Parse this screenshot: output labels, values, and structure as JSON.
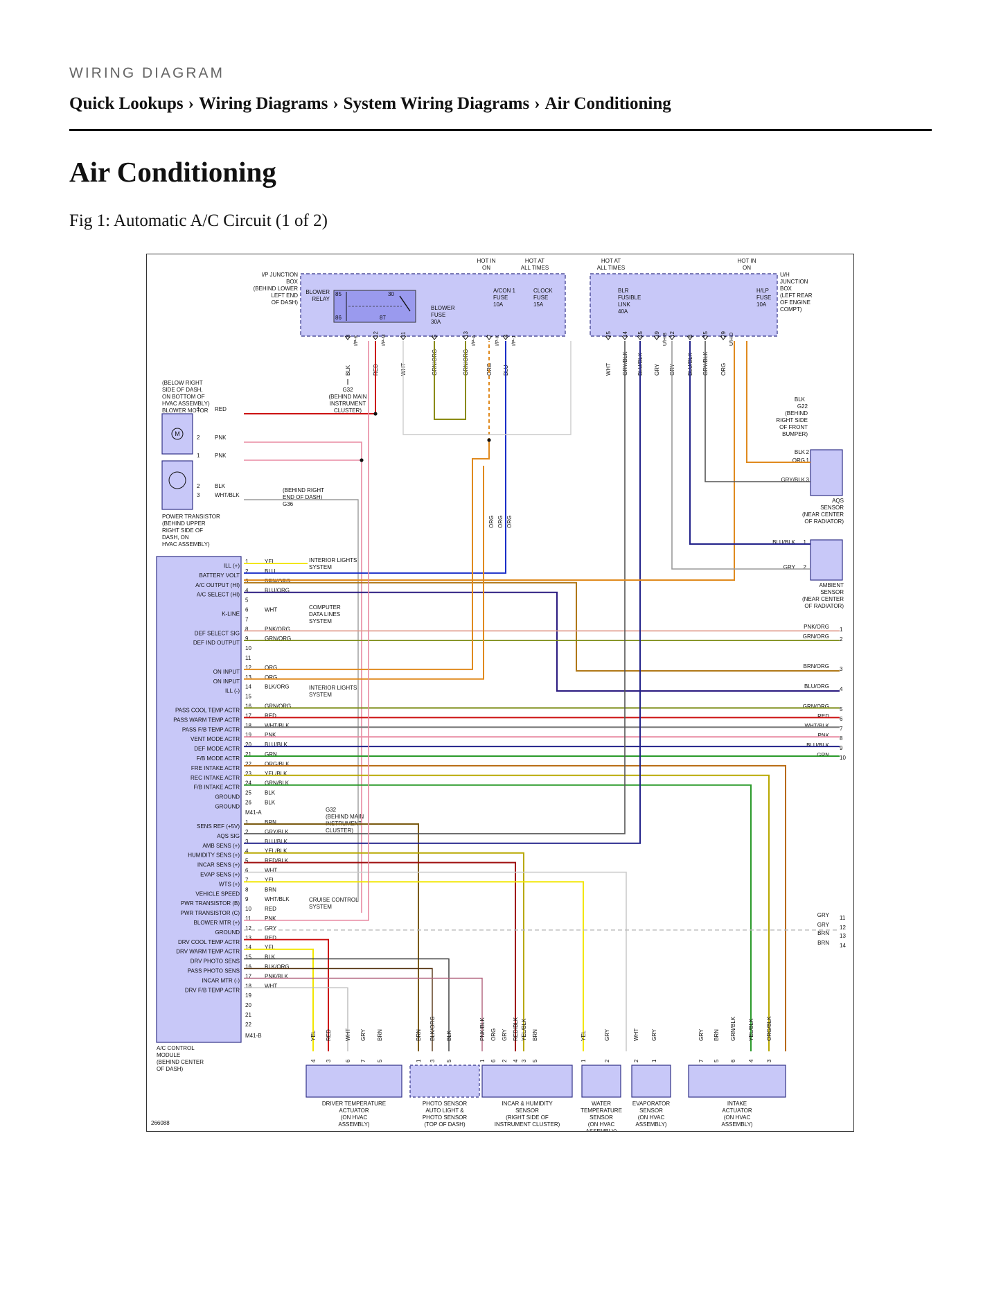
{
  "header": {
    "kicker": "WIRING DIAGRAM",
    "breadcrumb": [
      "Quick Lookups",
      "Wiring Diagrams",
      "System Wiring Diagrams",
      "Air Conditioning"
    ],
    "separator": "›"
  },
  "page_title": "Air Conditioning",
  "figure_caption": "Fig 1: Automatic A/C Circuit (1 of 2)",
  "diagram": {
    "figure_number": "266088",
    "top_labels": {
      "hot_in_on_left": [
        "HOT IN",
        "ON"
      ],
      "hot_at_all_times_1": [
        "HOT AT",
        "ALL TIMES"
      ],
      "hot_at_all_times_2": [
        "HOT AT",
        "ALL TIMES"
      ],
      "hot_in_on_right": [
        "HOT IN",
        "ON"
      ]
    },
    "ip_box_label": [
      "I/P JUNCTION",
      "BOX",
      "(BEHIND LOWER",
      "LEFT END",
      "OF DASH)"
    ],
    "uh_box_label": [
      "U/H",
      "JUNCTION",
      "BOX",
      "(LEFT REAR",
      "OF ENGINE",
      "COMPT)"
    ],
    "blower_relay": [
      "BLOWER",
      "RELAY"
    ],
    "relay_pins": [
      "85",
      "30",
      "86",
      "87"
    ],
    "fuses": {
      "blower": [
        "BLOWER",
        "FUSE",
        "30A"
      ],
      "acon": [
        "A/CON 1",
        "FUSE",
        "10A"
      ],
      "clock": [
        "CLOCK",
        "FUSE",
        "15A"
      ],
      "blr": [
        "BLR",
        "FUSIBLE",
        "LINK",
        "40A"
      ],
      "hlp": [
        "H/LP",
        "FUSE",
        "10A"
      ]
    },
    "ip_terminals": [
      {
        "color": "BLK",
        "pin": "8",
        "conn": "I/P-K"
      },
      {
        "color": "RED",
        "pin": "12",
        "conn": "I/P-M"
      },
      {
        "color": "WHT",
        "pin": "11",
        "conn": ""
      },
      {
        "color": "GRN/ORG",
        "pin": "5",
        "conn": ""
      },
      {
        "color": "GRN/ORG",
        "pin": "13",
        "conn": "I/P-A"
      },
      {
        "color": "ORG",
        "pin": "7",
        "conn": "I/P-K"
      },
      {
        "color": "BLU",
        "pin": "4",
        "conn": "I/P-J"
      }
    ],
    "uh_terminals": [
      {
        "color": "WHT",
        "pin": "25",
        "conn": ""
      },
      {
        "color": "GRY/BLK",
        "pin": "14",
        "conn": ""
      },
      {
        "color": "BLU/BLK",
        "pin": "45",
        "conn": ""
      },
      {
        "color": "GRY",
        "pin": "39",
        "conn": "U/H-B"
      },
      {
        "color": "GRY",
        "pin": "12",
        "conn": ""
      },
      {
        "color": "BLU/BLK",
        "pin": "6",
        "conn": ""
      },
      {
        "color": "GRY/BLK",
        "pin": "35",
        "conn": ""
      },
      {
        "color": "ORG",
        "pin": "29",
        "conn": "U/H-D"
      }
    ],
    "grounds": {
      "g32_top": [
        "G32",
        "(BEHIND MAIN",
        "INSTRUMENT",
        "CLUSTER)"
      ],
      "g22": [
        "G22",
        "(BEHIND",
        "RIGHT SIDE",
        "OF FRONT",
        "BUMPER)"
      ],
      "g36": [
        "(BEHIND RIGHT",
        "END OF DASH)",
        "G36"
      ],
      "g32_mid": [
        "G32",
        "(BEHIND MAIN",
        "INSTRUMENT",
        "CLUSTER)"
      ]
    },
    "blower_motor": {
      "label": [
        "(BELOW RIGHT",
        "SIDE OF DASH,",
        "ON BOTTOM OF",
        "HVAC ASSEMBLY)",
        "BLOWER MOTOR"
      ],
      "pins": [
        {
          "pin": "1",
          "color": "RED"
        },
        {
          "pin": "2",
          "color": "PNK"
        }
      ]
    },
    "power_transistor": {
      "label": [
        "POWER TRANSISTOR",
        "(BEHIND UPPER",
        "RIGHT SIDE OF",
        "DASH, ON",
        "HVAC ASSEMBLY)"
      ],
      "pins": [
        {
          "pin": "1",
          "color": "PNK"
        },
        {
          "pin": "2",
          "color": "BLK"
        },
        {
          "pin": "3",
          "color": "WHT/BLK"
        }
      ]
    },
    "aqs_sensor": {
      "label": [
        "AQS",
        "SENSOR",
        "(NEAR CENTER",
        "OF RADIATOR)"
      ],
      "pins": [
        {
          "pin": "2",
          "color": "BLK"
        },
        {
          "pin": "1",
          "color": "ORG"
        },
        {
          "pin": "3",
          "color": "GRY/BLK"
        }
      ],
      "ground_wire": "BLK"
    },
    "ambient_sensor": {
      "label": [
        "AMBIENT",
        "SENSOR",
        "(NEAR CENTER",
        "OF RADIATOR)"
      ],
      "pins": [
        {
          "pin": "1",
          "color": "BLU/BLK"
        },
        {
          "pin": "2",
          "color": "GRY"
        }
      ]
    },
    "module": {
      "label": [
        "A/C CONTROL",
        "MODULE",
        "(BEHIND CENTER",
        "OF DASH)"
      ],
      "connector_a": "M41-A",
      "connector_b": "M41-B",
      "pins_a": [
        {
          "pin": "1",
          "func": "ILL (+)",
          "color": "YEL"
        },
        {
          "pin": "2",
          "func": "BATTERY VOLT",
          "color": "BLU"
        },
        {
          "pin": "3",
          "func": "A/C OUTPUT (HI)",
          "color": "BRN/ORG"
        },
        {
          "pin": "4",
          "func": "A/C SELECT (HI)",
          "color": "BLU/ORG"
        },
        {
          "pin": "5",
          "func": "",
          "color": ""
        },
        {
          "pin": "6",
          "func": "K-LINE",
          "color": "WHT"
        },
        {
          "pin": "7",
          "func": "",
          "color": ""
        },
        {
          "pin": "8",
          "func": "DEF SELECT SIG",
          "color": "PNK/ORG"
        },
        {
          "pin": "9",
          "func": "DEF IND OUTPUT",
          "color": "GRN/ORG"
        },
        {
          "pin": "10",
          "func": "",
          "color": ""
        },
        {
          "pin": "11",
          "func": "",
          "color": ""
        },
        {
          "pin": "12",
          "func": "ON INPUT",
          "color": "ORG"
        },
        {
          "pin": "13",
          "func": "ON INPUT",
          "color": "ORG"
        },
        {
          "pin": "14",
          "func": "ILL (-)",
          "color": "BLK/ORG"
        },
        {
          "pin": "15",
          "func": "",
          "color": ""
        },
        {
          "pin": "16",
          "func": "PASS COOL TEMP ACTR",
          "color": "GRN/ORG"
        },
        {
          "pin": "17",
          "func": "PASS WARM TEMP ACTR",
          "color": "RED"
        },
        {
          "pin": "18",
          "func": "PASS F/B TEMP ACTR",
          "color": "WHT/BLK"
        },
        {
          "pin": "19",
          "func": "VENT MODE ACTR",
          "color": "PNK"
        },
        {
          "pin": "20",
          "func": "DEF MODE ACTR",
          "color": "BLU/BLK"
        },
        {
          "pin": "21",
          "func": "F/B MODE ACTR",
          "color": "GRN"
        },
        {
          "pin": "22",
          "func": "FRE INTAKE ACTR",
          "color": "ORG/BLK"
        },
        {
          "pin": "23",
          "func": "REC INTAKE ACTR",
          "color": "YEL/BLK"
        },
        {
          "pin": "24",
          "func": "F/B INTAKE ACTR",
          "color": "GRN/BLK"
        },
        {
          "pin": "25",
          "func": "GROUND",
          "color": "BLK"
        },
        {
          "pin": "26",
          "func": "GROUND",
          "color": "BLK"
        }
      ],
      "pins_b": [
        {
          "pin": "1",
          "func": "SENS REF (+5V)",
          "color": "BRN"
        },
        {
          "pin": "2",
          "func": "AQS SIG",
          "color": "GRY/BLK"
        },
        {
          "pin": "3",
          "func": "AMB SENS (+)",
          "color": "BLU/BLK"
        },
        {
          "pin": "4",
          "func": "HUMIDITY SENS (+)",
          "color": "YEL/BLK"
        },
        {
          "pin": "5",
          "func": "INCAR SENS (+)",
          "color": "RED/BLK"
        },
        {
          "pin": "6",
          "func": "EVAP SENS (+)",
          "color": "WHT"
        },
        {
          "pin": "7",
          "func": "WTS (+)",
          "color": "YEL"
        },
        {
          "pin": "8",
          "func": "VEHICLE SPEED",
          "color": "BRN"
        },
        {
          "pin": "9",
          "func": "PWR TRANSISTOR (B)",
          "color": "WHT/BLK"
        },
        {
          "pin": "10",
          "func": "PWR TRANSISTOR (C)",
          "color": "RED"
        },
        {
          "pin": "11",
          "func": "BLOWER MTR (+)",
          "color": "PNK"
        },
        {
          "pin": "12",
          "func": "GROUND",
          "color": "GRY"
        },
        {
          "pin": "13",
          "func": "DRV COOL TEMP ACTR",
          "color": "RED"
        },
        {
          "pin": "14",
          "func": "DRV WARM TEMP ACTR",
          "color": "YEL"
        },
        {
          "pin": "15",
          "func": "DRV PHOTO SENS",
          "color": "BLK"
        },
        {
          "pin": "16",
          "func": "PASS PHOTO SENS",
          "color": "BLK/ORG"
        },
        {
          "pin": "17",
          "func": "INCAR MTR (-)",
          "color": "PNK/BLK"
        },
        {
          "pin": "18",
          "func": "DRV F/B TEMP ACTR",
          "color": "WHT"
        },
        {
          "pin": "19",
          "func": "",
          "color": ""
        },
        {
          "pin": "20",
          "func": "",
          "color": ""
        },
        {
          "pin": "21",
          "func": "",
          "color": ""
        },
        {
          "pin": "22",
          "func": "",
          "color": ""
        }
      ]
    },
    "notes": {
      "interior_lights": [
        "INTERIOR LIGHTS",
        "SYSTEM"
      ],
      "computer_data": [
        "COMPUTER",
        "DATA LINES",
        "SYSTEM"
      ],
      "interior_lights_2": [
        "INTERIOR LIGHTS",
        "SYSTEM"
      ],
      "cruise_control": [
        "CRUISE CONTROL",
        "SYSTEM"
      ]
    },
    "right_continuations": [
      {
        "color": "PNK/ORG",
        "num": "1"
      },
      {
        "color": "GRN/ORG",
        "num": "2"
      },
      {
        "color": "BRN/ORG",
        "num": "3"
      },
      {
        "color": "BLU/ORG",
        "num": "4"
      },
      {
        "color": "GRN/ORG",
        "num": "5"
      },
      {
        "color": "RED",
        "num": "6"
      },
      {
        "color": "WHT/BLK",
        "num": "7"
      },
      {
        "color": "PNK",
        "num": "8"
      },
      {
        "color": "BLU/BLK",
        "num": "9"
      },
      {
        "color": "GRN",
        "num": "10"
      },
      {
        "color": "GRY",
        "num": "11"
      },
      {
        "color": "GRY",
        "num": "12"
      },
      {
        "color": "BRN",
        "num": "13"
      },
      {
        "color": "BRN",
        "num": "14"
      }
    ],
    "ip_orange_wires": [
      "ORG",
      "ORG",
      "ORG"
    ],
    "bottom_components": [
      {
        "label": [
          "DRIVER TEMPERATURE",
          "ACTUATOR",
          "(ON HVAC",
          "ASSEMBLY)"
        ],
        "wires": [
          {
            "c": "YEL",
            "p": "4"
          },
          {
            "c": "RED",
            "p": "3"
          },
          {
            "c": "WHT",
            "p": "6"
          },
          {
            "c": "GRY",
            "p": "7"
          },
          {
            "c": "BRN",
            "p": "5"
          }
        ]
      },
      {
        "label": [
          "PHOTO SENSOR",
          "AUTO LIGHT &",
          "PHOTO SENSOR",
          "(TOP OF DASH)"
        ],
        "wires": [
          {
            "c": "BRN",
            "p": "1"
          },
          {
            "c": "BLK/ORG",
            "p": "3"
          },
          {
            "c": "BLK",
            "p": "5"
          }
        ]
      },
      {
        "label": [
          "INCAR & HUMIDITY",
          "SENSOR",
          "(RIGHT SIDE OF",
          "INSTRUMENT CLUSTER)"
        ],
        "wires": [
          {
            "c": "PNK/BLK",
            "p": "1"
          },
          {
            "c": "ORG",
            "p": "6"
          },
          {
            "c": "GRY",
            "p": "2"
          },
          {
            "c": "RED/BLK",
            "p": "4"
          },
          {
            "c": "YEL/BLK",
            "p": "3"
          },
          {
            "c": "BRN",
            "p": "5"
          }
        ]
      },
      {
        "label": [
          "WATER",
          "TEMPERATURE",
          "SENSOR",
          "(ON HVAC",
          "ASSEMBLY)"
        ],
        "wires": [
          {
            "c": "YEL",
            "p": "1"
          },
          {
            "c": "GRY",
            "p": "2"
          }
        ]
      },
      {
        "label": [
          "EVAPORATOR",
          "SENSOR",
          "(ON HVAC",
          "ASSEMBLY)"
        ],
        "wires": [
          {
            "c": "WHT",
            "p": "2"
          },
          {
            "c": "GRY",
            "p": "1"
          }
        ]
      },
      {
        "label": [
          "INTAKE",
          "ACTUATOR",
          "(ON HVAC",
          "ASSEMBLY)"
        ],
        "wires": [
          {
            "c": "GRY",
            "p": "7"
          },
          {
            "c": "BRN",
            "p": "5"
          },
          {
            "c": "GRN/BLK",
            "p": "6"
          },
          {
            "c": "YEL/BLK",
            "p": "4"
          },
          {
            "c": "ORG/BLK",
            "p": "3"
          }
        ]
      }
    ],
    "wire_colors": {
      "RED": "#cc1111",
      "PNK": "#e88aa2",
      "BLK": "#222222",
      "WHT": "#bbbbbb",
      "YEL": "#f2e600",
      "BLU": "#1a2ec8",
      "ORG": "#e08a1e",
      "GRN": "#2a9a2a",
      "GRY": "#9a9a9a",
      "BRN": "#7a5a10",
      "GRN_ORG": "#7a8a10",
      "BLU_ORG": "#2a1a80",
      "BRN_ORG": "#b07818",
      "BLU_BLK": "#22228a",
      "GRY_BLK": "#555555",
      "box_fill": "#c8c8f8",
      "box_stroke": "#333388"
    }
  }
}
